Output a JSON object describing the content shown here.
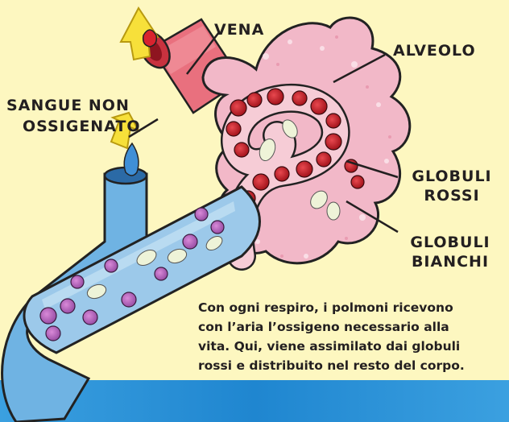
{
  "labels": {
    "vena": "VENA",
    "alveolo": "ALVEOLO",
    "sangue_line1": "SANGUE NON",
    "sangue_line2": "OSSIGENATO",
    "globuli_rossi_line1": "GLOBULI",
    "globuli_rossi_line2": "ROSSI",
    "globuli_bianchi_line1": "GLOBULI",
    "globuli_bianchi_line2": "BIANCHI"
  },
  "caption": [
    "Con ogni respiro, i polmoni ricevono",
    "con l’aria l’ossigeno necessario alla",
    "vita. Qui, viene assimilato dai globuli",
    "rossi e distribuito nel resto del corpo."
  ],
  "colors": {
    "background": "#fdf7c0",
    "alveolus": "#f2b8c8",
    "vein": "#e86a78",
    "blue_vessel": "#6fb3e3",
    "red_cell": "#c8222a",
    "white_cell": "#eef3d8",
    "arrow": "#f7e03a",
    "bottom_band": "#2a8fd6"
  },
  "icons": [
    "arrow-up-icon",
    "blood-drop-icon"
  ]
}
